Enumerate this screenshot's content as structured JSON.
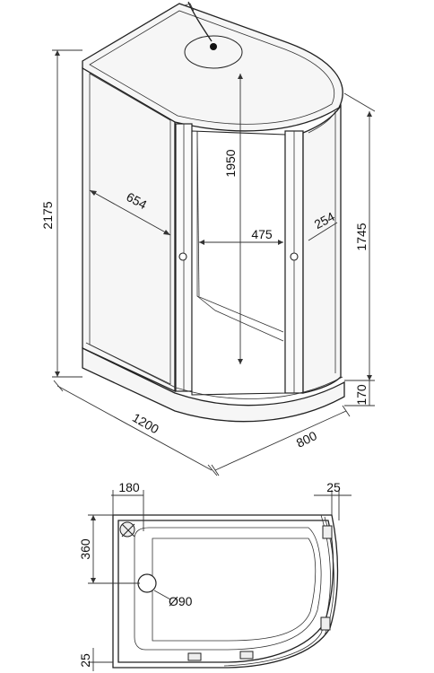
{
  "perspective_view": {
    "dimensions": {
      "total_height": "2175",
      "door_width": "654",
      "inner_height": "1950",
      "opening_width": "475",
      "side_panel": "254",
      "cabin_height": "1745",
      "tray_height": "170",
      "length": "1200",
      "depth": "800"
    }
  },
  "plan_view": {
    "dimensions": {
      "left_offset": "180",
      "right_offset": "25",
      "drain_distance": "360",
      "drain_diameter": "Ø90",
      "bottom_offset": "25"
    }
  }
}
